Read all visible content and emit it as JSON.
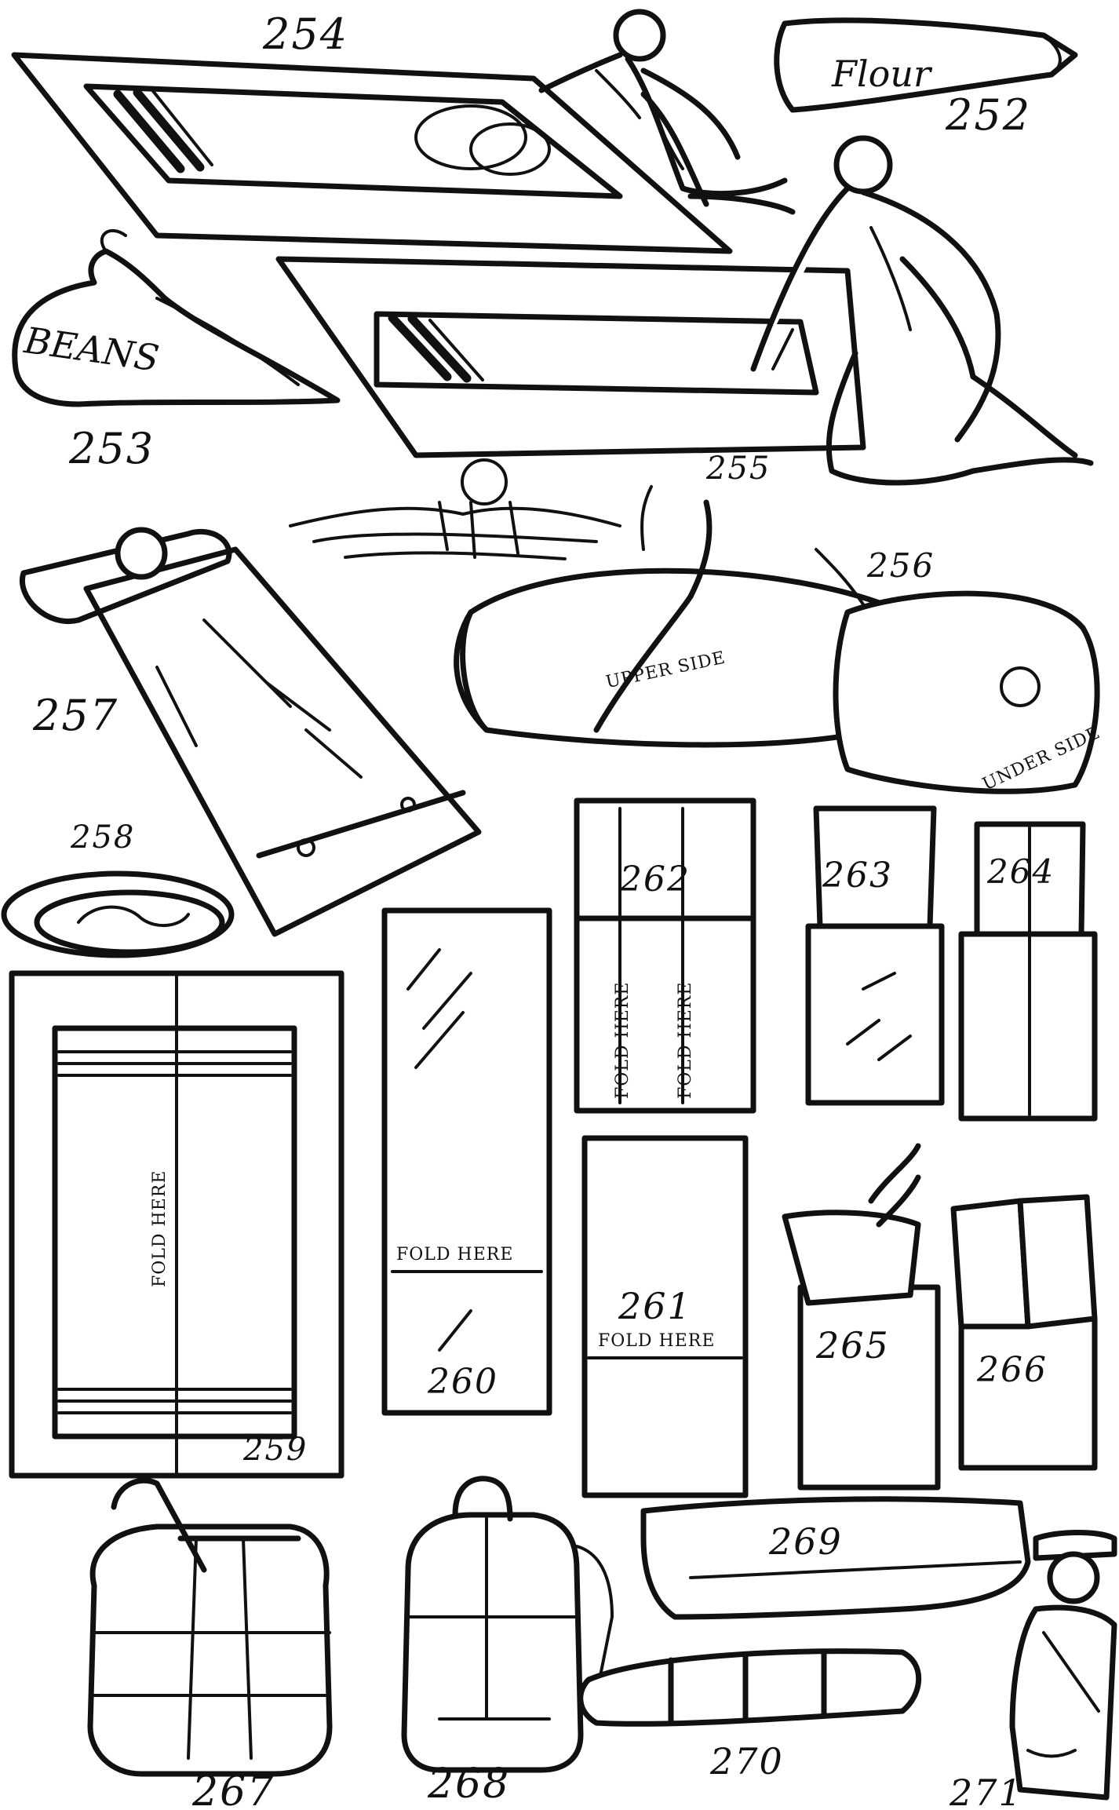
{
  "figure_numbers": {
    "f252": "252",
    "f253": "253",
    "f254": "254",
    "f255": "255",
    "f256": "256",
    "f257": "257",
    "f258": "258",
    "f259": "259",
    "f260": "260",
    "f261": "261",
    "f262": "262",
    "f263": "263",
    "f264": "264",
    "f265": "265",
    "f266": "266",
    "f267": "267",
    "f268": "268",
    "f269": "269",
    "f270": "270",
    "f271": "271"
  },
  "labels": {
    "flour": "Flour",
    "beans": "BEANS",
    "upper_side": "UPPER SIDE",
    "under_side": "UNDER SIDE",
    "fold_here": "FOLD HERE"
  },
  "colors": {
    "ink": "#111111",
    "paper": "#ffffff"
  }
}
